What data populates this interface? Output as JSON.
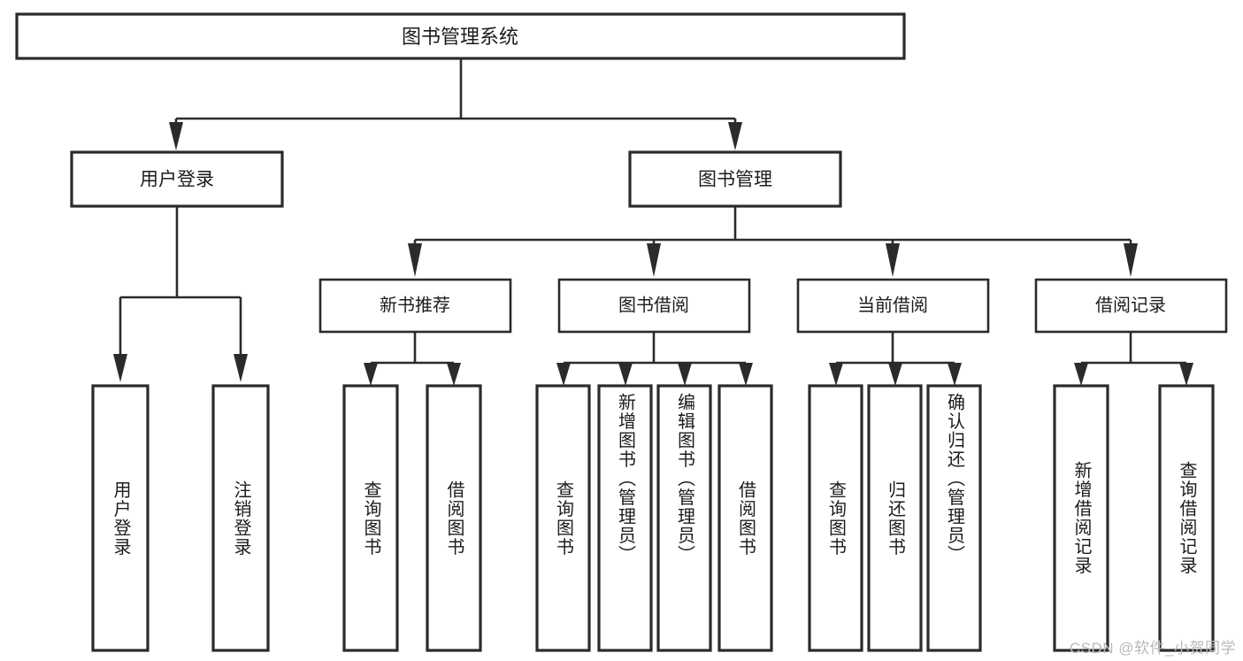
{
  "diagram": {
    "title": "图书管理系统",
    "type": "functional-structure-tree",
    "root": {
      "id": "root",
      "label": "图书管理系统"
    },
    "level2": [
      {
        "id": "user-login",
        "label": "用户登录"
      },
      {
        "id": "book-manage",
        "label": "图书管理"
      }
    ],
    "level3": [
      {
        "id": "new-book-recommend",
        "label": "新书推荐",
        "parent": "book-manage"
      },
      {
        "id": "book-borrow",
        "label": "图书借阅",
        "parent": "book-manage"
      },
      {
        "id": "current-borrow",
        "label": "当前借阅",
        "parent": "book-manage"
      },
      {
        "id": "borrow-record",
        "label": "借阅记录",
        "parent": "book-manage"
      }
    ],
    "leaves": [
      {
        "id": "leaf-user-login",
        "label": "用户登录",
        "parent": "user-login"
      },
      {
        "id": "leaf-logout-login",
        "label": "注销登录",
        "parent": "user-login"
      },
      {
        "id": "leaf-query-book-1",
        "label": "查询图书",
        "parent": "new-book-recommend"
      },
      {
        "id": "leaf-borrow-book-1",
        "label": "借阅图书",
        "parent": "new-book-recommend"
      },
      {
        "id": "leaf-query-book-2",
        "label": "查询图书",
        "parent": "book-borrow"
      },
      {
        "id": "leaf-add-book",
        "label": "新增图书（管理员）",
        "parent": "book-borrow"
      },
      {
        "id": "leaf-edit-book",
        "label": "编辑图书（管理员）",
        "parent": "book-borrow"
      },
      {
        "id": "leaf-borrow-book-2",
        "label": "借阅图书",
        "parent": "book-borrow"
      },
      {
        "id": "leaf-query-book-3",
        "label": "查询图书",
        "parent": "current-borrow"
      },
      {
        "id": "leaf-return-book",
        "label": "归还图书",
        "parent": "current-borrow"
      },
      {
        "id": "leaf-confirm-return",
        "label": "确认归还（管理员）",
        "parent": "current-borrow"
      },
      {
        "id": "leaf-add-record",
        "label": "新增借阅记录",
        "parent": "borrow-record"
      },
      {
        "id": "leaf-query-record",
        "label": "查询借阅记录",
        "parent": "borrow-record"
      }
    ],
    "watermark": "CSDN @软件_小贺同学",
    "colors": {
      "background": "#ffffff",
      "stroke": "#2b2b2b",
      "text": "#1c1c1c",
      "watermark": "#b9b9b9"
    }
  }
}
